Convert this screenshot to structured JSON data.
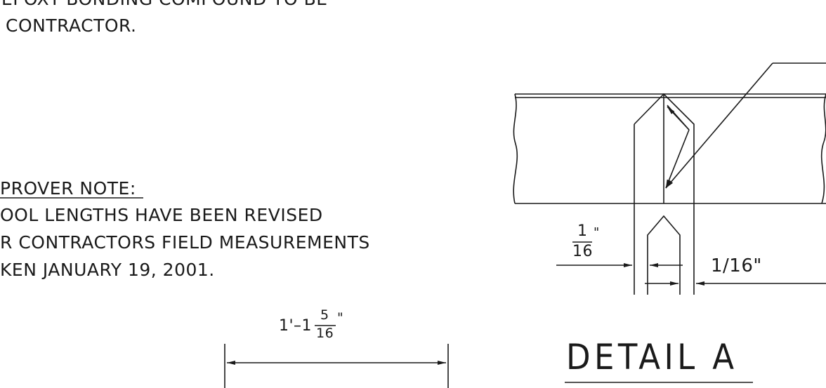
{
  "notes": {
    "top_line_1": "EPOXY BONDING COMPOUND TO BE",
    "top_line_2": "CONTRACTOR.",
    "approver_heading": "PROVER NOTE:",
    "approver_line_1": "OOL LENGTHS HAVE BEEN REVISED",
    "approver_line_2": "R CONTRACTORS FIELD MEASUREMENTS",
    "approver_line_3": "KEN JANUARY 19, 2001."
  },
  "dimensions": {
    "overall_whole": "1'–1",
    "overall_num": "5",
    "overall_den": "16",
    "overall_inch": "\"",
    "gap_left_num": "1",
    "gap_left_den": "16",
    "gap_left_inch": "\"",
    "gap_right": "1/16\""
  },
  "detail": {
    "title": "DETAIL A"
  }
}
